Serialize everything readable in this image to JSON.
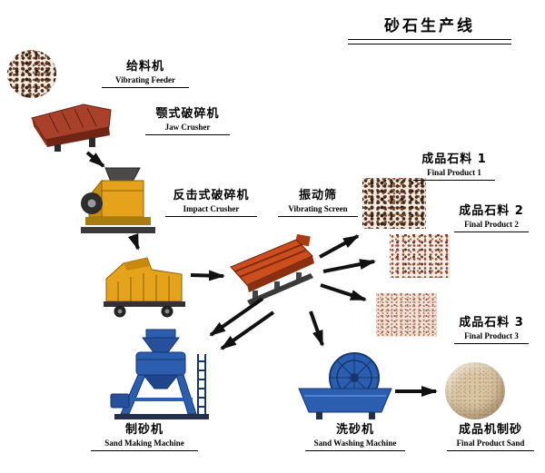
{
  "title": "砂石生产线",
  "nodes": {
    "vibrating_feeder": {
      "zh": "给料机",
      "en": "Vibrating Feeder"
    },
    "jaw_crusher": {
      "zh": "颚式破碎机",
      "en": "Jaw Crusher"
    },
    "impact_crusher": {
      "zh": "反击式破碎机",
      "en": "Impact Crusher"
    },
    "vibrating_screen": {
      "zh": "振动筛",
      "en": "Vibrating Screen"
    },
    "final_product_1": {
      "zh": "成品石料 1",
      "en": "Final Product 1"
    },
    "final_product_2": {
      "zh": "成品石料 2",
      "en": "Final Product 2"
    },
    "final_product_3": {
      "zh": "成品石料 3",
      "en": "Final Product 3"
    },
    "sand_making_machine": {
      "zh": "制砂机",
      "en": "Sand Making Machine"
    },
    "sand_washing_machine": {
      "zh": "洗砂机",
      "en": "Sand Washing Machine"
    },
    "final_product_sand": {
      "zh": "成品机制砂",
      "en": "Final Product Sand"
    }
  },
  "flow": [
    {
      "from": "vibrating_feeder",
      "to": "jaw_crusher"
    },
    {
      "from": "jaw_crusher",
      "to": "impact_crusher"
    },
    {
      "from": "impact_crusher",
      "to": "vibrating_screen"
    },
    {
      "from": "vibrating_screen",
      "to": "final_product_1"
    },
    {
      "from": "vibrating_screen",
      "to": "final_product_2"
    },
    {
      "from": "vibrating_screen",
      "to": "final_product_3"
    },
    {
      "from": "vibrating_screen",
      "to": "sand_making_machine"
    },
    {
      "from": "vibrating_screen",
      "to": "sand_washing_machine"
    },
    {
      "from": "sand_washing_machine",
      "to": "final_product_sand"
    }
  ],
  "colors": {
    "feeder_red": "#a8402a",
    "crusher_yellow": "#e4a31a",
    "screen_orange": "#cc4d1d",
    "machine_blue": "#2c5eb0",
    "arrow_black": "#111111"
  }
}
